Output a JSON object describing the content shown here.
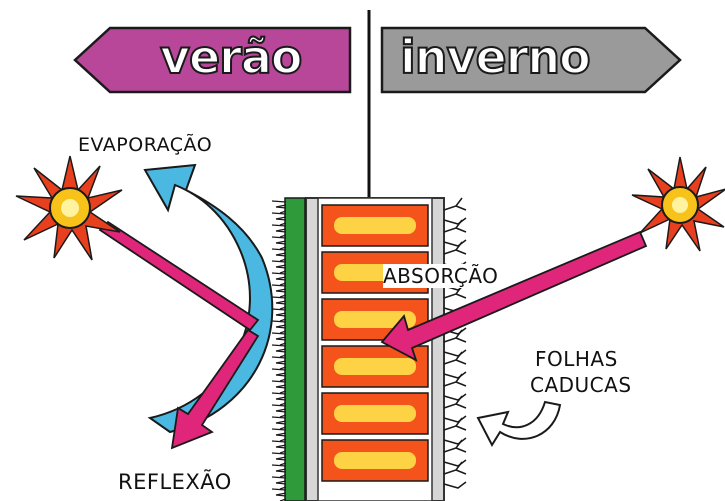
{
  "banners": {
    "left_label": "verão",
    "right_label": "inverno",
    "left_color": "#b8479a",
    "right_color": "#9a9a9a"
  },
  "labels": {
    "evaporation": "EVAPORAÇÃO",
    "reflection": "REFLEXÃO",
    "absorption": "ABSORÇÃO",
    "deciduous_line1": "FOLHAS",
    "deciduous_line2": "CADUCAS"
  },
  "colors": {
    "ray": "#e0267a",
    "evaporation_arrow": "#4ab8e0",
    "sun_fill": "#f7c21a",
    "sun_rays": "#e8401e",
    "vegetation": "#2f9a3a",
    "brick_hot": "#f4541c",
    "brick_core": "#ffe04a",
    "wall_stripe": "#bdbdbd"
  },
  "icons": [
    "sun-icon",
    "sun-icon",
    "curved-arrow-icon"
  ]
}
